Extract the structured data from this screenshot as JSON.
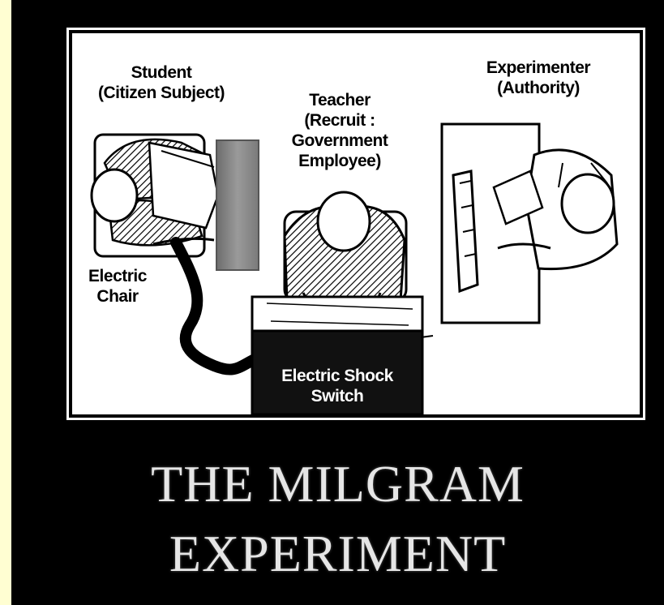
{
  "diagram": {
    "labels": {
      "student_line1": "Student",
      "student_line2": "(Citizen Subject)",
      "teacher_line1": "Teacher",
      "teacher_line2": "(Recruit :",
      "teacher_line3": "Government",
      "teacher_line4": "Employee)",
      "experimenter_line1": "Experimenter",
      "experimenter_line2": "(Authority)",
      "chair_line1": "Electric",
      "chair_line2": "Chair",
      "switch_line1": "Electric Shock",
      "switch_line2": "Switch"
    }
  },
  "poster": {
    "title_line1": "THE MILGRAM",
    "title_line2": "EXPERIMENT"
  },
  "colors": {
    "page_background": "#fffed2",
    "poster_background": "#000000",
    "panel_background": "#ffffff",
    "title_text": "#e6e6e6"
  }
}
